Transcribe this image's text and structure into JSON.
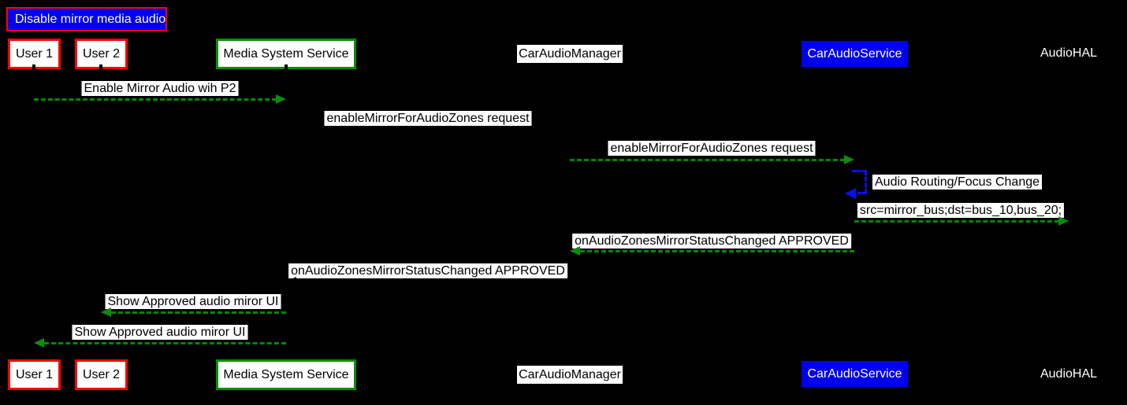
{
  "diagram_type": "sequence-diagram",
  "title": {
    "label": "Disable mirror media audio"
  },
  "actors": [
    {
      "id": "user1",
      "label": "User 1",
      "style": "red-border-box"
    },
    {
      "id": "user2",
      "label": "User 2",
      "style": "red-border-box"
    },
    {
      "id": "mss",
      "label": "Media System Service",
      "style": "green-border-box"
    },
    {
      "id": "cam",
      "label": "CarAudioManager",
      "style": "white-label"
    },
    {
      "id": "cas",
      "label": "CarAudioService",
      "style": "blue-box"
    },
    {
      "id": "hal",
      "label": "AudioHAL",
      "style": "text-only"
    }
  ],
  "messages": [
    {
      "text": "Enable Mirror Audio wih P2",
      "from": "User 1",
      "to": "Media System Service",
      "direction": "right",
      "arrow": "green-dashed"
    },
    {
      "text": "enableMirrorForAudioZones request",
      "from": "Media System Service",
      "to": "CarAudioManager",
      "direction": "right",
      "arrow": "hidden"
    },
    {
      "text": "enableMirrorForAudioZones request",
      "from": "CarAudioManager",
      "to": "CarAudioService",
      "direction": "right",
      "arrow": "green-dashed"
    },
    {
      "text": "Audio Routing/Focus Change",
      "from": "CarAudioService",
      "to": "CarAudioService",
      "direction": "self",
      "arrow": "blue-dashed"
    },
    {
      "text": "src=mirror_bus;dst=bus_10,bus_20;",
      "from": "CarAudioService",
      "to": "AudioHAL",
      "direction": "right",
      "arrow": "green-dashed"
    },
    {
      "text": "onAudioZonesMirrorStatusChanged APPROVED",
      "from": "CarAudioService",
      "to": "CarAudioManager",
      "direction": "left",
      "arrow": "green-dashed"
    },
    {
      "text": "onAudioZonesMirrorStatusChanged APPROVED",
      "from": "CarAudioManager",
      "to": "Media System Service",
      "direction": "left",
      "arrow": "hidden"
    },
    {
      "text": "Show Approved audio miror UI",
      "from": "Media System Service",
      "to": "User 2",
      "direction": "left",
      "arrow": "green-dashed"
    },
    {
      "text": "Show Approved audio miror UI",
      "from": "Media System Service",
      "to": "User 1",
      "direction": "left",
      "arrow": "green-dashed"
    }
  ],
  "colors": {
    "background": "#000000",
    "arrow_green": "#008A00",
    "loop_blue": "#0D0DEE",
    "red_border": "#FF0000",
    "green_border": "#089000",
    "title_bg": "#0000EE",
    "blue_box_bg": "#0000EE",
    "label_bg": "#FFFFFF",
    "label_text": "#000000",
    "actor_text": "#FFFFFF"
  }
}
